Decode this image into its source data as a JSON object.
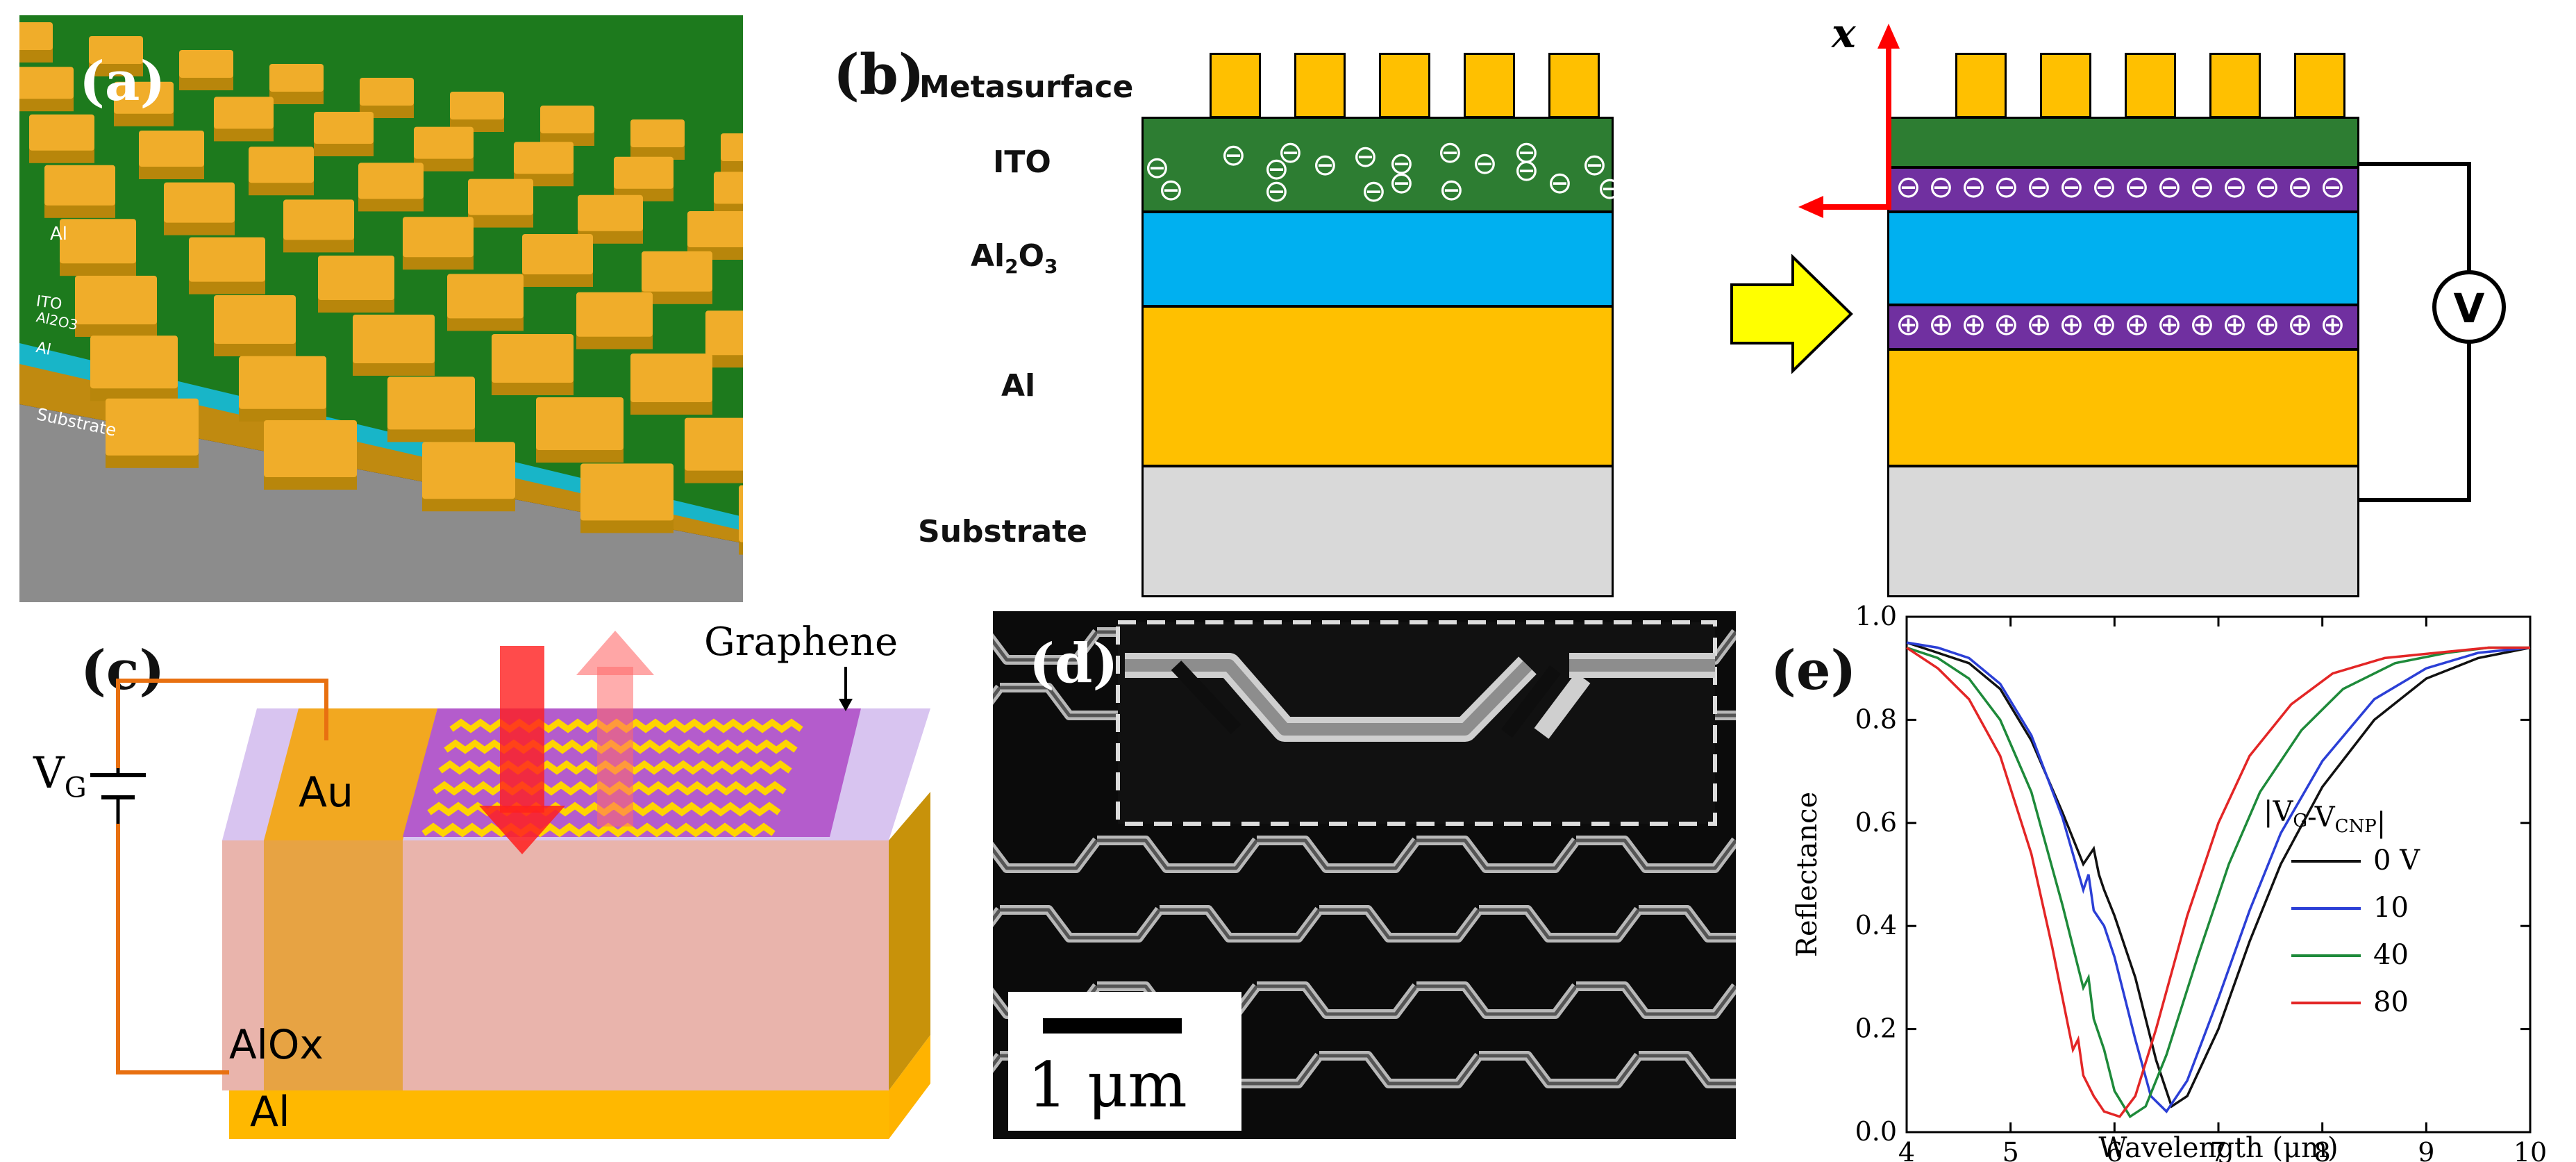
{
  "colors": {
    "gold": "#f4b400",
    "green": "#1f7a1f",
    "ito_green": "#2d7d32",
    "cyan": "#00b0f0",
    "al_yellow": "#ffc000",
    "substrate_gray": "#d9d9d9",
    "purple": "#7030a0",
    "red": "#e8141b",
    "arrow_yellow": "#ffff00",
    "curve_black": "#111111",
    "curve_blue": "#2b3fd6",
    "curve_green": "#1e8a3a",
    "curve_red": "#e32626"
  },
  "panel_a": {
    "label": "(a)",
    "layer_labels": [
      "Al",
      "ITO",
      "Al2O3",
      "Al",
      "Substrate"
    ]
  },
  "panel_b": {
    "label": "(b)",
    "layers": {
      "metasurface": "Metasurface",
      "ito": "ITO",
      "al2o3_main": "Al",
      "al2o3_sub2": "2",
      "al2o3_o": "O",
      "al2o3_sub3": "3",
      "al": "Al",
      "substrate": "Substrate"
    },
    "axis_label": "x",
    "voltage_symbol": "V",
    "minus_charge": "⊖",
    "plus_charge": "⊕"
  },
  "panel_c": {
    "label": "(c)",
    "graphene": "Graphene",
    "au": "Au",
    "aloxl": "AlOx",
    "al": "Al",
    "vg_main": "V",
    "vg_sub": "G"
  },
  "panel_d": {
    "label": "(d)",
    "scalebar": "1 μm"
  },
  "panel_e": {
    "label": "(e)"
  },
  "chart_data": {
    "type": "line",
    "xlabel": "Wavelength (μm)",
    "ylabel": "Reflectance",
    "xlim": [
      4,
      10
    ],
    "ylim": [
      0.0,
      1.0
    ],
    "xticks": [
      "4",
      "5",
      "6",
      "7",
      "8",
      "9",
      "10"
    ],
    "yticks": [
      "0.0",
      "0.2",
      "0.4",
      "0.6",
      "0.8",
      "1.0"
    ],
    "legend_title": "|VG-VCNP|",
    "legend_title_parts": {
      "bar_open": "|V",
      "sub1": "G",
      "mid": "-V",
      "sub2": "CNP",
      "bar_close": "|"
    },
    "legend_position": "center-right",
    "series": [
      {
        "name": "0 V",
        "color": "#111111",
        "x": [
          4.0,
          4.3,
          4.6,
          4.9,
          5.2,
          5.5,
          5.7,
          5.8,
          5.85,
          5.9,
          6.0,
          6.2,
          6.4,
          6.55,
          6.7,
          7.0,
          7.3,
          7.6,
          8.0,
          8.5,
          9.0,
          9.5,
          10.0
        ],
        "y": [
          0.95,
          0.93,
          0.91,
          0.86,
          0.76,
          0.62,
          0.52,
          0.55,
          0.5,
          0.47,
          0.42,
          0.3,
          0.14,
          0.05,
          0.07,
          0.2,
          0.37,
          0.52,
          0.67,
          0.8,
          0.88,
          0.92,
          0.94
        ]
      },
      {
        "name": "10",
        "color": "#2b3fd6",
        "x": [
          4.0,
          4.3,
          4.6,
          4.9,
          5.2,
          5.5,
          5.7,
          5.75,
          5.8,
          5.9,
          6.0,
          6.2,
          6.35,
          6.5,
          6.7,
          7.0,
          7.3,
          7.6,
          8.0,
          8.5,
          9.0,
          9.5,
          10.0
        ],
        "y": [
          0.95,
          0.94,
          0.92,
          0.87,
          0.77,
          0.61,
          0.47,
          0.5,
          0.43,
          0.4,
          0.34,
          0.18,
          0.07,
          0.04,
          0.1,
          0.26,
          0.43,
          0.58,
          0.72,
          0.84,
          0.9,
          0.93,
          0.94
        ]
      },
      {
        "name": "40",
        "color": "#1e8a3a",
        "x": [
          4.0,
          4.3,
          4.6,
          4.9,
          5.2,
          5.5,
          5.7,
          5.75,
          5.8,
          5.9,
          6.0,
          6.15,
          6.3,
          6.5,
          6.8,
          7.1,
          7.4,
          7.8,
          8.2,
          8.7,
          9.2,
          9.6,
          10.0
        ],
        "y": [
          0.94,
          0.92,
          0.88,
          0.8,
          0.66,
          0.44,
          0.28,
          0.3,
          0.22,
          0.16,
          0.08,
          0.03,
          0.05,
          0.15,
          0.34,
          0.52,
          0.66,
          0.78,
          0.86,
          0.91,
          0.93,
          0.94,
          0.94
        ]
      },
      {
        "name": "80",
        "color": "#e32626",
        "x": [
          4.0,
          4.3,
          4.6,
          4.9,
          5.2,
          5.4,
          5.6,
          5.65,
          5.7,
          5.8,
          5.9,
          6.05,
          6.2,
          6.4,
          6.7,
          7.0,
          7.3,
          7.7,
          8.1,
          8.6,
          9.1,
          9.6,
          10.0
        ],
        "y": [
          0.94,
          0.9,
          0.84,
          0.73,
          0.54,
          0.36,
          0.16,
          0.18,
          0.11,
          0.07,
          0.04,
          0.03,
          0.07,
          0.2,
          0.42,
          0.6,
          0.73,
          0.83,
          0.89,
          0.92,
          0.93,
          0.94,
          0.94
        ]
      }
    ]
  }
}
